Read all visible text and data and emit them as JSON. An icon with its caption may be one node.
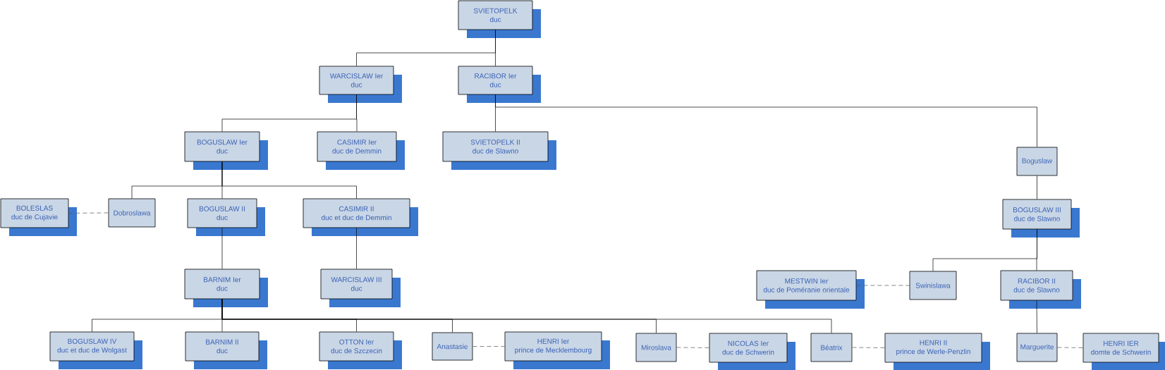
{
  "diagram": {
    "nodes": [
      {
        "text": [
          "SVIETOPELK",
          "duc"
        ]
      },
      {
        "text": [
          "WARCISLAW Ier",
          "duc"
        ]
      },
      {
        "text": [
          "RACIBOR Ier",
          "duc"
        ]
      },
      {
        "text": [
          "BOGUSLAW Ier",
          "duc"
        ]
      },
      {
        "text": [
          "CASIMIR Ier",
          "duc de Demmin"
        ]
      },
      {
        "text": [
          "SVIETOPELK II",
          "duc de Slawno"
        ]
      },
      {
        "text": [
          "Boguslaw"
        ]
      },
      {
        "text": [
          "BOLESLAS",
          "duc de Cujavie"
        ]
      },
      {
        "text": [
          "Dobroslawa"
        ]
      },
      {
        "text": [
          "BOGUSLAW II",
          "duc"
        ]
      },
      {
        "text": [
          "CASIMIR II",
          "duc et duc de Demmin"
        ]
      },
      {
        "text": [
          "BOGUSLAW III",
          "duc de Slawno"
        ]
      },
      {
        "text": [
          "BARNIM Ier",
          "duc"
        ]
      },
      {
        "text": [
          "WARCISLAW III",
          "duc"
        ]
      },
      {
        "text": [
          "MESTWIN Ier",
          "duc de Poméranie orientale"
        ]
      },
      {
        "text": [
          "Swinislawa"
        ]
      },
      {
        "text": [
          "RACIBOR II",
          "duc de Slawno"
        ]
      },
      {
        "text": [
          "BOGUSLAW IV",
          "duc et duc de Wolgast"
        ]
      },
      {
        "text": [
          "BARNIM II",
          "duc"
        ]
      },
      {
        "text": [
          "OTTON Ier",
          "duc de Szczecin"
        ]
      },
      {
        "text": [
          "Anastasie"
        ]
      },
      {
        "text": [
          "HENRI Ier",
          "prince de Mecklembourg"
        ]
      },
      {
        "text": [
          "Miroslava"
        ]
      },
      {
        "text": [
          "NICOLAS Ier",
          "duc de Schwerin"
        ]
      },
      {
        "text": [
          "Béatrix"
        ]
      },
      {
        "text": [
          "HENRI II",
          "prince de Werle-Penzlin"
        ]
      },
      {
        "text": [
          "Marguerite"
        ]
      },
      {
        "text": [
          "HENRI IER",
          "domte de Schwerin"
        ]
      }
    ],
    "edges": [
      {
        "from": 0,
        "to": 1,
        "arrow": "none"
      },
      {
        "from": 0,
        "to": 2,
        "arrow": "none"
      },
      {
        "from": 1,
        "to": 3,
        "arrow": "none"
      },
      {
        "from": 1,
        "to": 4,
        "arrow": "none"
      },
      {
        "from": 2,
        "to": 5,
        "arrow": "none"
      },
      {
        "from": 2,
        "to": 6,
        "arrow": "none"
      },
      {
        "from": 3,
        "to": 8,
        "arrow": "none"
      },
      {
        "from": 3,
        "to": 9,
        "arrow": "none"
      },
      {
        "from": 3,
        "to": 10,
        "arrow": "none"
      },
      {
        "from": 7,
        "to": 8,
        "arrow": "none",
        "style": "dashed",
        "color": "#555555"
      },
      {
        "from": 6,
        "to": 11,
        "arrow": "none"
      },
      {
        "from": 9,
        "to": 12,
        "arrow": "none"
      },
      {
        "from": 10,
        "to": 13,
        "arrow": "none"
      },
      {
        "from": 11,
        "to": 15,
        "arrow": "none"
      },
      {
        "from": 11,
        "to": 16,
        "arrow": "none"
      },
      {
        "from": 14,
        "to": 15,
        "arrow": "none",
        "style": "dashed",
        "color": "#555555"
      },
      {
        "from": 12,
        "to": 17,
        "arrow": "none"
      },
      {
        "from": 12,
        "to": 18,
        "arrow": "none"
      },
      {
        "from": 12,
        "to": 19,
        "arrow": "none"
      },
      {
        "from": 12,
        "to": 20,
        "arrow": "none"
      },
      {
        "from": 12,
        "to": 22,
        "arrow": "none"
      },
      {
        "from": 12,
        "to": 24,
        "arrow": "none"
      },
      {
        "from": 20,
        "to": 21,
        "arrow": "none",
        "style": "dashed",
        "color": "#555555"
      },
      {
        "from": 22,
        "to": 23,
        "arrow": "none",
        "style": "dashed",
        "color": "#555555"
      },
      {
        "from": 24,
        "to": 25,
        "arrow": "none",
        "style": "dashed",
        "color": "#555555"
      },
      {
        "from": 16,
        "to": 26,
        "arrow": "none"
      },
      {
        "from": 26,
        "to": 27,
        "arrow": "none",
        "style": "dashed",
        "color": "#555555"
      }
    ]
  }
}
